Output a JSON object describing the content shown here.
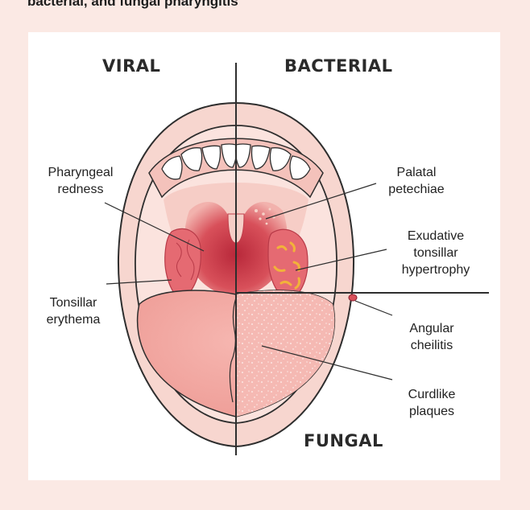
{
  "caption": "bacterial, and fungal pharyngitis",
  "headings": {
    "viral": "VIRAL",
    "bacterial": "BACTERIAL",
    "fungal": "FUNGAL"
  },
  "labels": {
    "pharyngeal_redness": [
      "Pharyngeal",
      "redness"
    ],
    "tonsillar_erythema": [
      "Tonsillar",
      "erythema"
    ],
    "palatal_petechiae": [
      "Palatal",
      "petechiae"
    ],
    "exudative_tonsillar_hypertrophy": [
      "Exudative",
      "tonsillar",
      "hypertrophy"
    ],
    "angular_cheilitis": [
      "Angular",
      "cheilitis"
    ],
    "curdlike_plaques": [
      "Curdlike",
      "plaques"
    ]
  },
  "colors": {
    "page_background": "#fbe9e4",
    "panel_background": "#ffffff",
    "lip": "#f7d6cf",
    "mouth_interior": "#fbe3de",
    "teeth": "#ffffff",
    "throat": "#d8505a",
    "tonsil": "#e56a72",
    "tongue": "#f3aaa4",
    "exudate": "#f2b23a",
    "outline": "#2e2e2e"
  }
}
